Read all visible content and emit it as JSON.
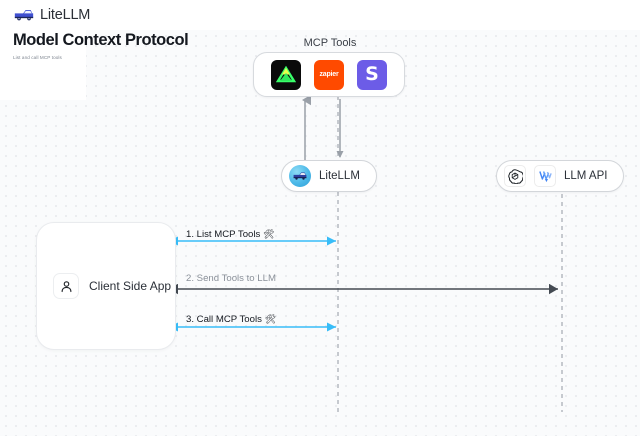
{
  "header": {
    "brand_name": "LiteLLM",
    "brand_logo_icon": "litellm-truck-logo"
  },
  "page": {
    "title": "Model Context Protocol",
    "subtitle": "List and call MCP tools"
  },
  "diagram": {
    "mcp_tools_group": {
      "title": "MCP Tools",
      "tools": [
        {
          "name": "triangle-tool-icon",
          "label": "",
          "color": "#0a0a0a"
        },
        {
          "name": "zapier-icon",
          "label": "zapier",
          "color": "#ff4a00"
        },
        {
          "name": "slack-icon",
          "label": "S",
          "color": "#6c5ce7"
        }
      ]
    },
    "nodes": [
      {
        "id": "litellm",
        "label": "LiteLLM",
        "icon": "litellm-logo-icon"
      },
      {
        "id": "llm-api",
        "label": "LLM API",
        "icons": [
          "openai-logo-icon",
          "vertex-ai-logo-icon"
        ]
      },
      {
        "id": "client",
        "label": "Client Side App",
        "icon": "person-icon"
      }
    ],
    "messages": [
      {
        "num": "1.",
        "text": "1. List MCP Tools",
        "glyph": "🛠",
        "color": "#38bdf8",
        "direction": "left"
      },
      {
        "num": "2.",
        "text": "2. Send Tools to LLM",
        "glyph": "",
        "color": "#444a52",
        "direction": "left"
      },
      {
        "num": "3.",
        "text": "3. Call MCP Tools",
        "glyph": "🛠",
        "color": "#38bdf8",
        "direction": "left"
      }
    ],
    "colors": {
      "accent_blue": "#38bdf8",
      "dark_arrow": "#444a52",
      "lifeline": "#b9bdc4",
      "canvas_bg": "#fafbfc",
      "dot_grid": "#e6e8ec"
    }
  }
}
